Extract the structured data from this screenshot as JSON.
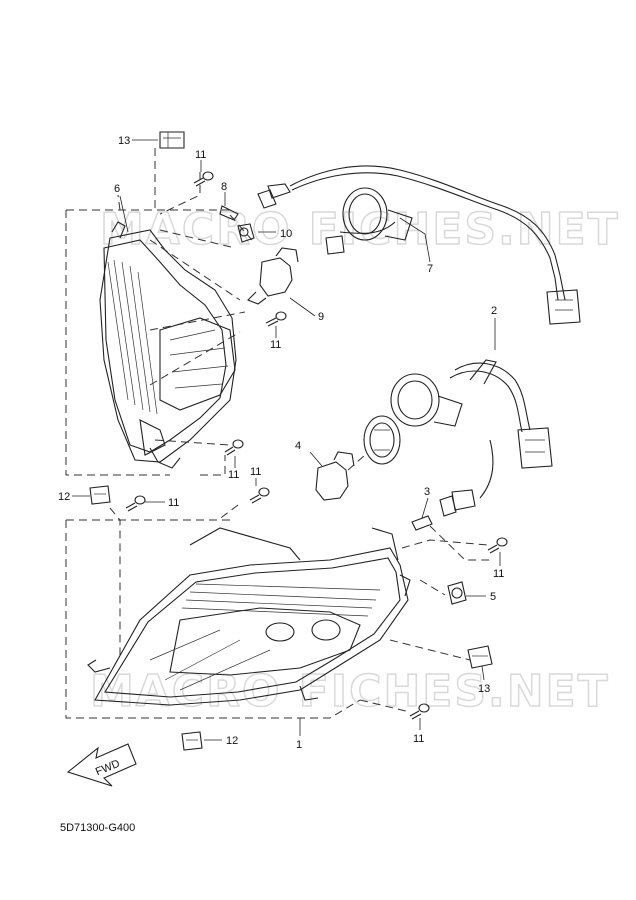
{
  "diagram": {
    "part_code": "5D71300-G400",
    "fwd_label": "FWD",
    "watermark": "MACRO FICHES.NET",
    "callouts": {
      "c1": "1",
      "c2": "2",
      "c3": "3",
      "c4": "4",
      "c5": "5",
      "c6": "6",
      "c7": "7",
      "c8": "8",
      "c9": "9",
      "c10": "10",
      "c11": "11",
      "c12": "12",
      "c13": "13"
    }
  }
}
